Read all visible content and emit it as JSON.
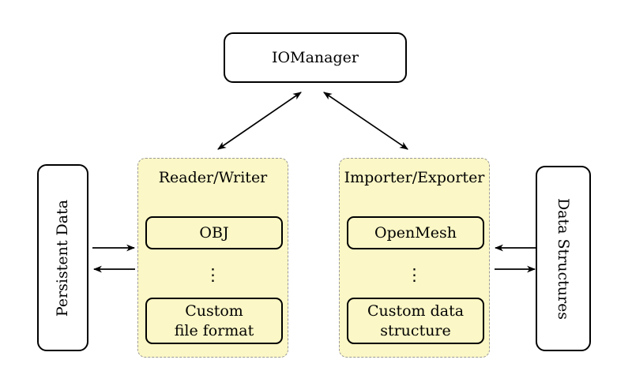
{
  "colors": {
    "group_fill": "#FBF7C6",
    "group_border": "#9A9A9A",
    "node_border": "#000000",
    "node_fill": "#FFFFFF",
    "arrow": "#000000"
  },
  "nodes": {
    "iomanager": {
      "label": "IOManager"
    },
    "persistent_data": {
      "label": "Persistent Data"
    },
    "data_structures": {
      "label": "Data Structures"
    },
    "reader_writer": {
      "title": "Reader/Writer",
      "top_box": "OBJ",
      "ellipsis": "⋮",
      "bottom_box_line1": "Custom",
      "bottom_box_line2": "file format"
    },
    "importer_exporter": {
      "title": "Importer/Exporter",
      "top_box": "OpenMesh",
      "ellipsis": "⋮",
      "bottom_box_line1": "Custom data",
      "bottom_box_line2": "structure"
    }
  },
  "edges": [
    {
      "from": "iomanager",
      "to": "reader_writer",
      "bidirectional": true
    },
    {
      "from": "iomanager",
      "to": "importer_exporter",
      "bidirectional": true
    },
    {
      "from": "persistent_data",
      "to": "reader_writer",
      "bidirectional": false
    },
    {
      "from": "reader_writer",
      "to": "persistent_data",
      "bidirectional": false
    },
    {
      "from": "data_structures",
      "to": "importer_exporter",
      "bidirectional": false
    },
    {
      "from": "importer_exporter",
      "to": "data_structures",
      "bidirectional": false
    }
  ]
}
